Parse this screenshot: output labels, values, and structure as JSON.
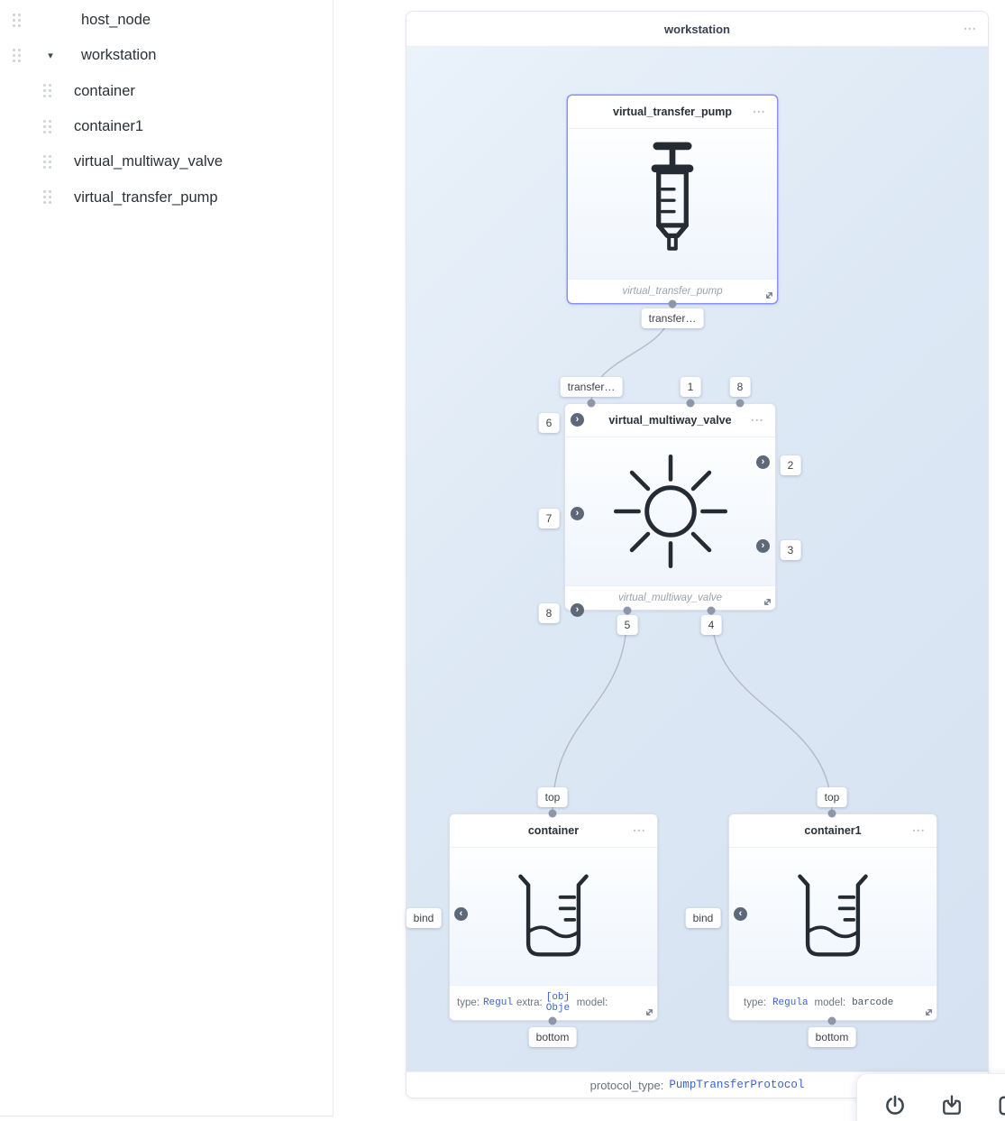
{
  "sidebar": {
    "caret_icon": "▾",
    "items": [
      {
        "label": "host_node",
        "level": 0
      },
      {
        "label": "workstation",
        "level": 0,
        "expanded": true
      },
      {
        "label": "container",
        "level": 1
      },
      {
        "label": "container1",
        "level": 1
      },
      {
        "label": "virtual_multiway_valve",
        "level": 1
      },
      {
        "label": "virtual_transfer_pump",
        "level": 1
      }
    ]
  },
  "panel": {
    "title": "workstation",
    "menu_icon": "•••",
    "footer": {
      "label": "protocol_type:",
      "value": "PumpTransferProtocol"
    }
  },
  "nodes": {
    "pump": {
      "title": "virtual_transfer_pump",
      "footer_label": "virtual_transfer_pump",
      "icon": "syringe-icon",
      "port_bottom": "transfer…"
    },
    "valve": {
      "title": "virtual_multiway_valve",
      "footer_label": "virtual_multiway_valve",
      "icon": "valve-sun-icon",
      "ports": {
        "top": [
          "transfer…",
          "1",
          "8"
        ],
        "left": [
          "6",
          "7",
          "8"
        ],
        "right": [
          "2",
          "3"
        ],
        "bottom": [
          "5",
          "4"
        ]
      }
    },
    "container": {
      "title": "container",
      "icon": "beaker-icon",
      "ports": {
        "top": "top",
        "left": "bind",
        "bottom": "bottom"
      },
      "fields": [
        {
          "label": "type:",
          "value": "Regul"
        },
        {
          "label": "extra:",
          "value": "[obj Obje"
        },
        {
          "label": "model:",
          "value": ""
        }
      ]
    },
    "container1": {
      "title": "container1",
      "icon": "beaker-icon",
      "ports": {
        "top": "top",
        "left": "bind",
        "bottom": "bottom"
      },
      "fields": [
        {
          "label": "type:",
          "value": "Regula"
        },
        {
          "label": "model:",
          "value": "barcode"
        }
      ]
    }
  },
  "toolbar": {
    "icons": [
      "power",
      "import",
      "export"
    ]
  },
  "colors": {
    "code_blue": "#3c64c8",
    "selected_node_border": "#8a93ef",
    "canvas_blue_light": "#eaf2fa",
    "canvas_blue_dark": "#d6e2f1",
    "port_gray": "#5d6878"
  }
}
